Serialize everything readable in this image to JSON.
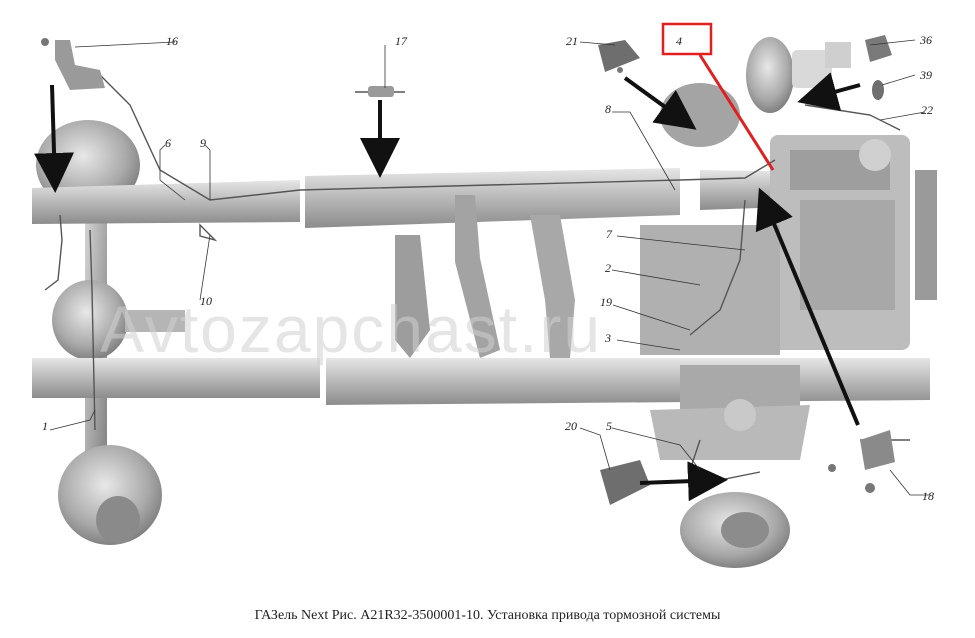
{
  "caption": "ГАЗель Next Рис. А21R32-3500001-10. Установка привода тормозной системы",
  "watermark": "Avtozapchast.ru",
  "highlight_color": "#e02020",
  "callouts": [
    "16",
    "17",
    "21",
    "4",
    "36",
    "39",
    "22",
    "8",
    "6",
    "9",
    "7",
    "2",
    "19",
    "3",
    "10",
    "1",
    "20",
    "5",
    "18"
  ],
  "highlighted_callout": "4"
}
